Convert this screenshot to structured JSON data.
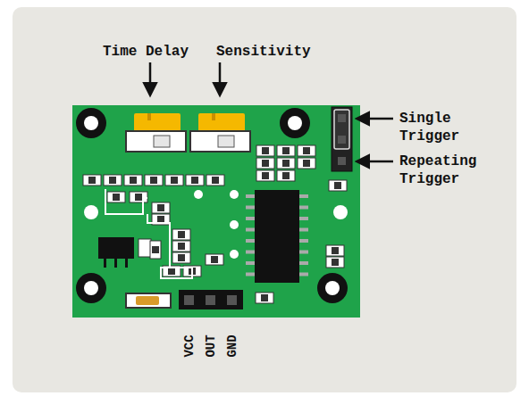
{
  "diagram": {
    "labels": [
      "Time Delay",
      "Sensitivity",
      "Single Trigger",
      "Repeating Trigger",
      "VCC",
      "OUT",
      "GND"
    ]
  }
}
